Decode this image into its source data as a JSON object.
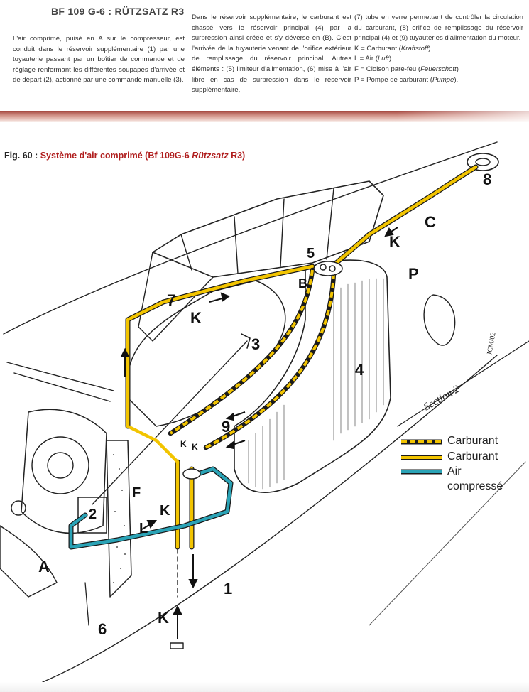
{
  "header": {
    "title": "BF 109 G-6 : RÜTZSATZ R3"
  },
  "text_columns": {
    "col1": "L'air comprimé, puisé en A sur le compresseur, est conduit dans le réservoir supplémentaire (1) par une tuyauterie passant par un boîtier de commande et de réglage renfermant les différentes soupapes d'arrivée et de départ (2), actionné par une commande manuelle (3).",
    "col2": "Dans le réservoir supplémentaire, le carburant est chassé vers le réservoir principal (4) par la surpression ainsi créée et s'y déverse en (B). C'est l'arrivée de la tuyauterie venant de l'orifice extérieur de remplissage du réservoir principal. Autres éléments : (5) limiteur d'alimentation, (6) mise à l'air libre en cas de surpression dans le réservoir supplémentaire,",
    "col3_intro": "(7) tube en verre permettant de contrôler la circulation du carburant, (8) orifice de remplissage du réservoir principal (4) et (9) tuyauteries d'alimentation du moteur.",
    "col3_keys": [
      {
        "key": "K = Carburant (",
        "term": "Kraftstoff",
        "end": ")"
      },
      {
        "key": "L = Air (",
        "term": "Luft",
        "end": ")"
      },
      {
        "key": "F = Cloison pare-feu (",
        "term": "Feuerschott",
        "end": ")"
      },
      {
        "key": "P = Pompe de carburant (",
        "term": "Pumpe",
        "end": ")."
      }
    ]
  },
  "figure": {
    "caption_prefix": "Fig. 60 : ",
    "caption_main": "Système d'air comprimé (Bf 109G-6 ",
    "caption_italic": "Rützsatz",
    "caption_suffix": " R3)"
  },
  "labels": {
    "n1": "1",
    "n2": "2",
    "n3": "3",
    "n4": "4",
    "n5": "5",
    "n6": "6",
    "n7": "7",
    "n8": "8",
    "n9": "9",
    "A": "A",
    "B": "B",
    "C": "C",
    "F": "F",
    "L": "L",
    "P": "P",
    "K": "K",
    "section": "Section 2",
    "signature": "JCM/02"
  },
  "legend": {
    "items": [
      "Carburant",
      "Carburant",
      "Air",
      "compressé"
    ]
  },
  "colors": {
    "fuel": "#f2c400",
    "air": "#2aa3b6",
    "band": "#a8321f",
    "caption_red": "#b01e1e"
  }
}
